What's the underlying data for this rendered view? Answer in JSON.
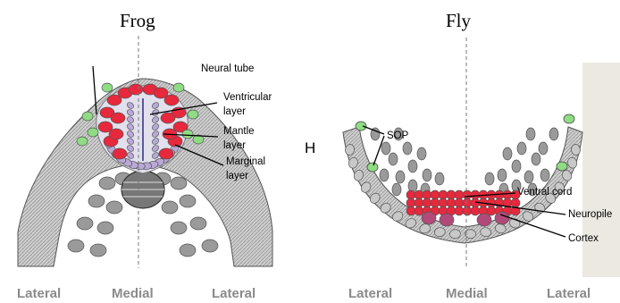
{
  "frog": {
    "title": "Frog",
    "labels": {
      "neural_tube": "Neural tube",
      "ventricular_1": "Ventricular",
      "ventricular_2": "layer",
      "mantle_1": "Mantle",
      "mantle_2": "layer",
      "marginal_1": "Marginal",
      "marginal_2": "layer"
    },
    "axis": {
      "left": "Lateral",
      "center": "Medial",
      "right": "Lateral"
    }
  },
  "fly": {
    "title": "Fly",
    "labels": {
      "sop": "SOP",
      "ventral_cord": "Ventral cord",
      "neuropile": "Neuropile",
      "cortex": "Cortex"
    },
    "axis": {
      "left": "Lateral",
      "center": "Medial",
      "right": "Lateral"
    }
  },
  "panel_letter": "H",
  "colors": {
    "cell_fill": "#c8c8c8",
    "cell_dark": "#9a9a9a",
    "cell_stroke": "#555555",
    "green": "#8fdc84",
    "red": "#e8283c",
    "purple": "#b14a78",
    "lilac": "#b9a9d6",
    "axis_text": "#8a8a8a",
    "page_edge": "#e6e2da"
  }
}
